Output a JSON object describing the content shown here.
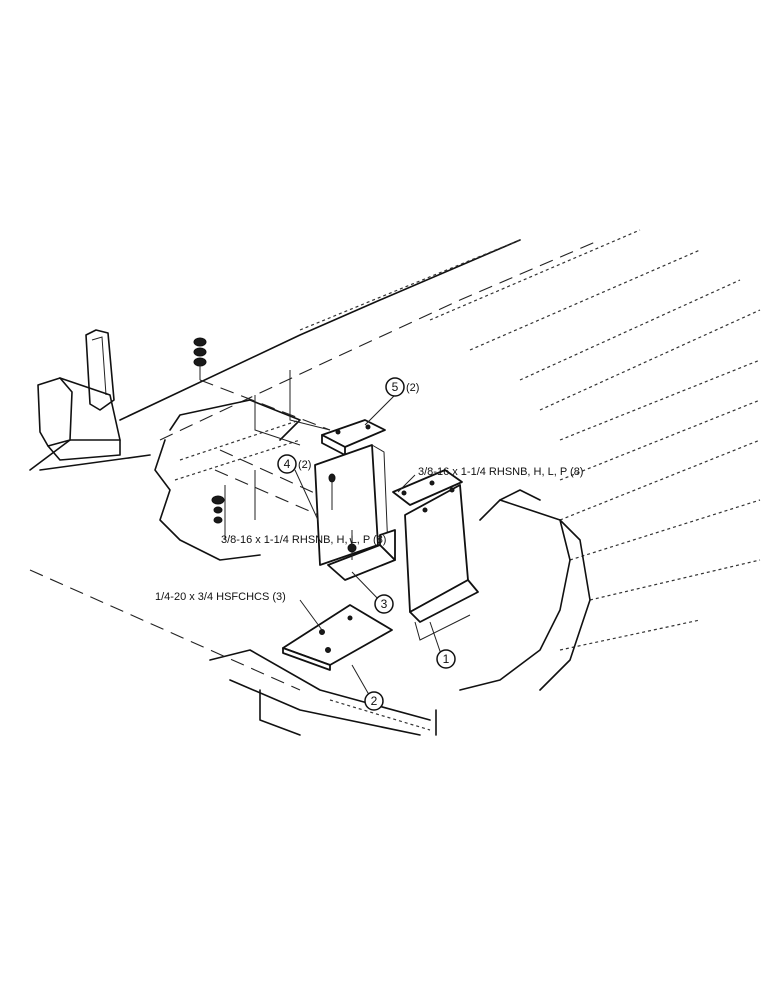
{
  "callouts": {
    "c1": "1",
    "c2": "2",
    "c3": "3",
    "c4": "4",
    "c5": "5"
  },
  "qty": {
    "c4": "(2)",
    "c5": "(2)"
  },
  "labels": {
    "bolt_upper": "3/8-16 x 1-1/4 RHSNB, H, L, P (8)",
    "bolt_middle": "3/8-16 x 1-1/4 RHSNB, H, L, P (8)",
    "screw_lower": "1/4-20 x 3/4 HSFCHCS (3)"
  }
}
